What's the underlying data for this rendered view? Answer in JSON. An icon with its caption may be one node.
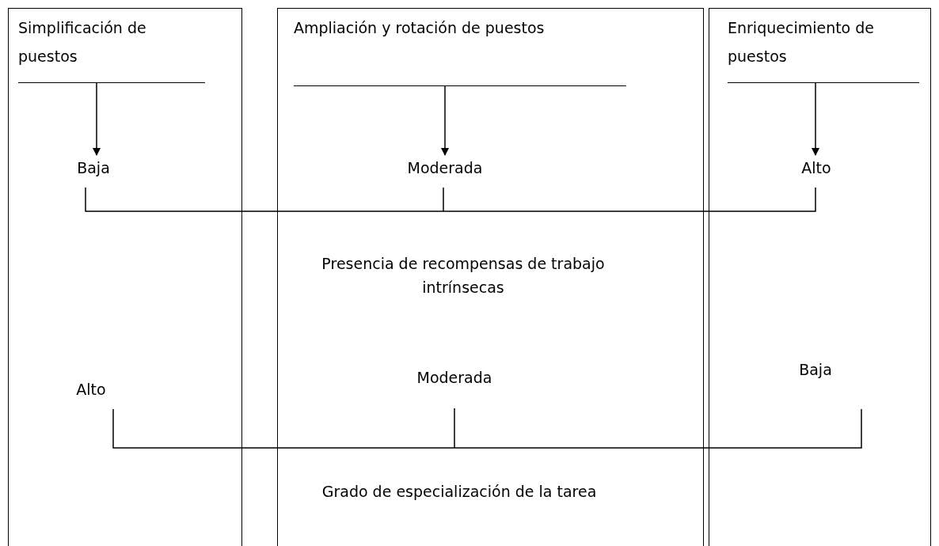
{
  "diagram": {
    "nodes": [
      {
        "text": [],
        "shape": "box"
      },
      {
        "text": [
          "Simplificación de puestos"
        ],
        "in": 0
      },
      {
        "text": [],
        "shape": "box"
      },
      {
        "text": [
          "Ampliación y rotación de puestos"
        ],
        "in": 2
      },
      {
        "text": [],
        "shape": "box"
      },
      {
        "text": [
          "Enriquecimiento de puestos"
        ],
        "in": 4
      },
      {
        "text": [
          "Baja"
        ],
        "in": 0
      },
      {
        "text": [
          "Moderada"
        ],
        "in": 2
      },
      {
        "text": [
          "Alto"
        ],
        "in": 4
      }
    ],
    "edges": [
      {
        "from": 1,
        "to": 6,
        "arrow": "to"
      },
      {
        "from": 3,
        "to": 7,
        "arrow": "to"
      },
      {
        "from": 5,
        "to": 8,
        "arrow": "to"
      }
    ],
    "labels": [
      "Presencia de recompensas de trabajo intrínsecas",
      "Alto",
      "Moderada",
      "Baja",
      "Grado de especialización de la tarea"
    ]
  }
}
